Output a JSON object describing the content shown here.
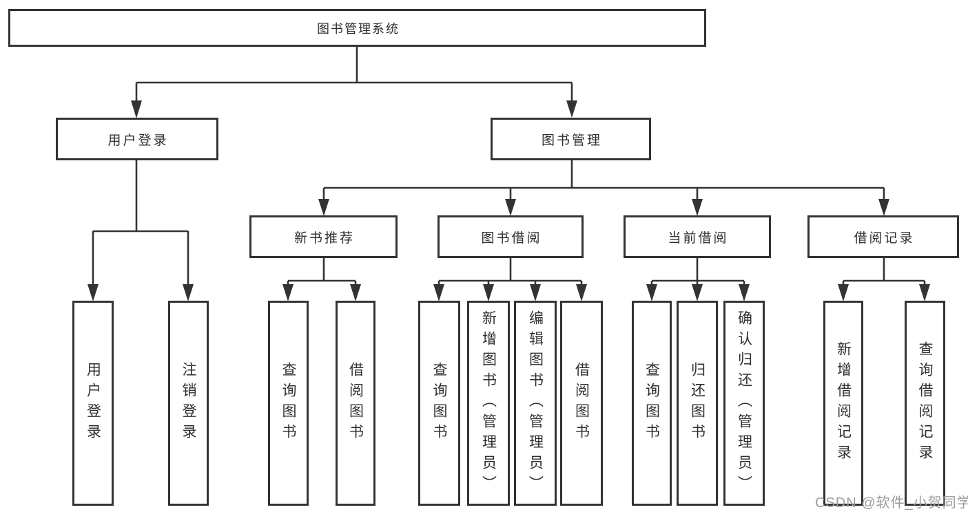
{
  "tree": {
    "root": {
      "label": "图书管理系统"
    },
    "branches": [
      {
        "label": "用户登录",
        "children": [
          {
            "label": "用户登录"
          },
          {
            "label": "注销登录"
          }
        ]
      },
      {
        "label": "图书管理",
        "children": [
          {
            "label": "新书推荐",
            "children": [
              {
                "label": "查询图书"
              },
              {
                "label": "借阅图书"
              }
            ]
          },
          {
            "label": "图书借阅",
            "children": [
              {
                "label": "查询图书"
              },
              {
                "label": "新增图书（管理员）"
              },
              {
                "label": "编辑图书（管理员）"
              },
              {
                "label": "借阅图书"
              }
            ]
          },
          {
            "label": "当前借阅",
            "children": [
              {
                "label": "查询图书"
              },
              {
                "label": "归还图书"
              },
              {
                "label": "确认归还（管理员）"
              }
            ]
          },
          {
            "label": "借阅记录",
            "children": [
              {
                "label": "新增借阅记录"
              },
              {
                "label": "查询借阅记录"
              }
            ]
          }
        ]
      }
    ]
  },
  "watermark": {
    "text": "CSDN @软件_小贺同学"
  },
  "colors": {
    "line": "#333333",
    "box_border": "#333333",
    "text": "#2f2f2f",
    "watermark": "#9b9b9b",
    "background": "#ffffff"
  }
}
